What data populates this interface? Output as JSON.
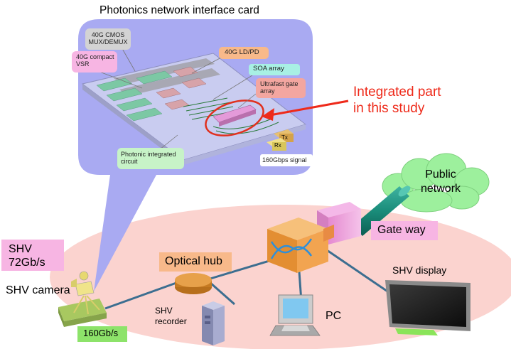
{
  "nic": {
    "title": "Photonics network interface card",
    "labels": {
      "cmos_line1": "40G CMOS",
      "cmos_line2": "MUX/DEMUX",
      "vsr_line1": "40G  compact",
      "vsr_line2": "VSR",
      "ldpd": "40G   LD/PD",
      "soa": "SOA array",
      "gate_line1": "Ultrafast gate",
      "gate_line2": "array",
      "pic_line1": "Photonic integrated",
      "pic_line2": "circuit",
      "tx": "Tx",
      "rx": "Rx",
      "signal": "160Gbps signal"
    }
  },
  "callout": {
    "line1": "Integrated part",
    "line2": "in this study",
    "color": "#ee2a1a"
  },
  "network": {
    "public_line1": "Public",
    "public_line2": "network",
    "gateway": "Gate way",
    "optical_hub": "Optical hub",
    "shv_rate_line1": "SHV",
    "shv_rate_line2": "72Gb/s",
    "camera": "SHV camera",
    "link_rate": "160Gb/s",
    "recorder_line1": "SHV",
    "recorder_line2": "recorder",
    "pc": "PC",
    "display": "SHV display"
  },
  "colors": {
    "card_bg": "#a9aaf2",
    "ellipse_bg": "#fbd3cf",
    "cloud": "#9df09d",
    "pink_label": "#f7b5e3",
    "orange_label": "#f8b98a",
    "green_label": "#8de36a",
    "cable": "#3c6e90"
  }
}
